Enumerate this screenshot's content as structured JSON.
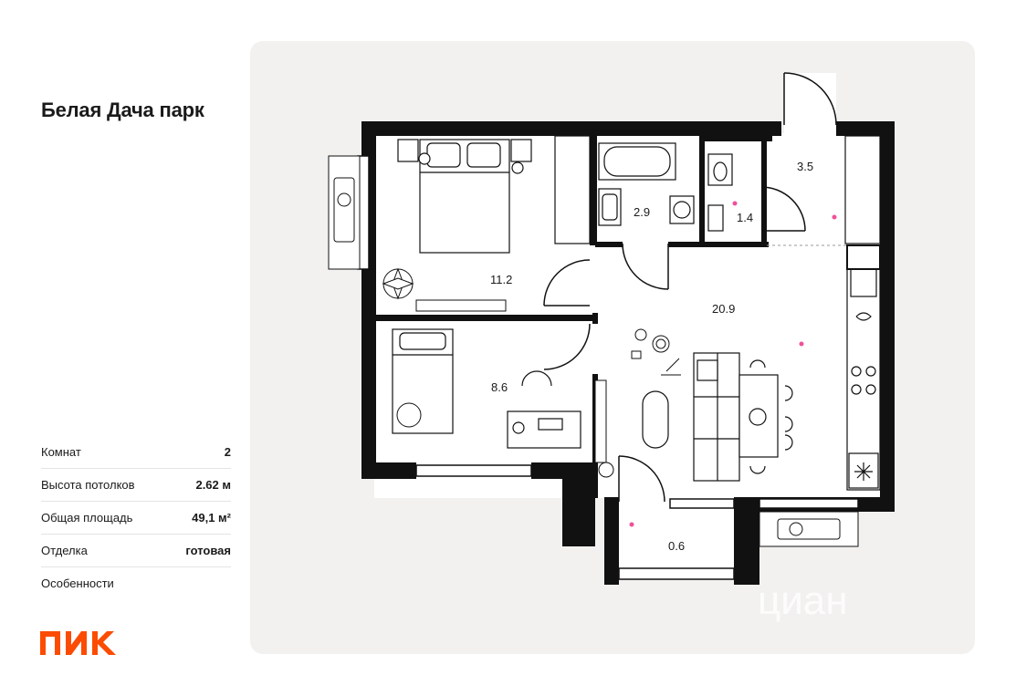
{
  "project": {
    "title": "Белая Дача парк"
  },
  "specs": [
    {
      "label": "Комнат",
      "value": "2"
    },
    {
      "label": "Высота потолков",
      "value": "2.62 м"
    },
    {
      "label": "Общая площадь",
      "value": "49,1 м²"
    },
    {
      "label": "Отделка",
      "value": "готовая"
    },
    {
      "label": "Особенности",
      "value": ""
    }
  ],
  "brand": {
    "logo_text": "ПИК",
    "color": "#fc4c02"
  },
  "plan": {
    "rooms": [
      {
        "name": "bedroom",
        "area": "11.2"
      },
      {
        "name": "bathroom",
        "area": "2.9"
      },
      {
        "name": "toilet",
        "area": "1.4"
      },
      {
        "name": "hall",
        "area": "3.5"
      },
      {
        "name": "kitchen-living",
        "area": "20.9"
      },
      {
        "name": "children-room",
        "area": "8.6"
      },
      {
        "name": "balcony",
        "area": "0.6"
      }
    ],
    "watermark": "циан",
    "marker_color": "#f0509a"
  }
}
